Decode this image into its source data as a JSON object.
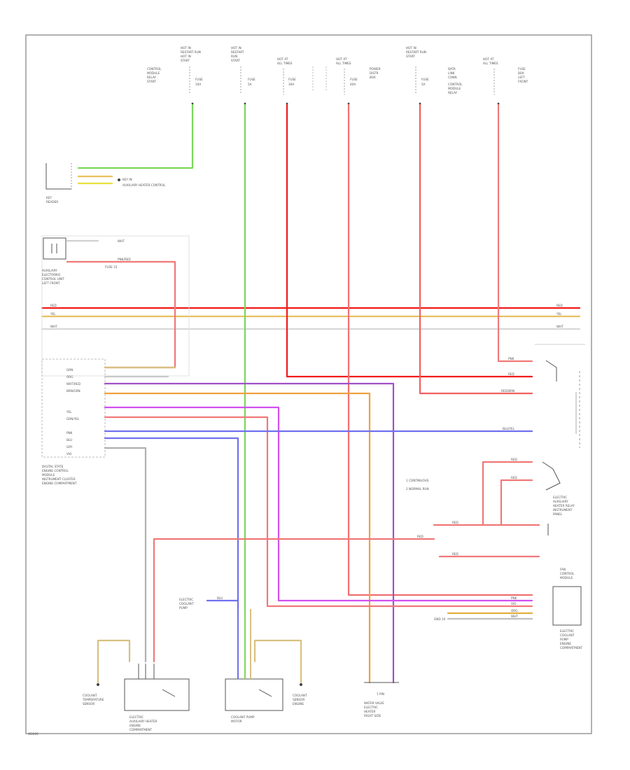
{
  "page_code": "W0000",
  "fuses": [
    {
      "id": "f1",
      "lines": [
        "HOT IN",
        "RESTART RUN",
        "HOT IN",
        "START"
      ],
      "color": "#7ede55"
    },
    {
      "id": "f2",
      "lines": [
        "HOT IN",
        "RESTART",
        "RUN",
        "START"
      ],
      "color": "#6ed665"
    },
    {
      "id": "f3",
      "lines": [
        "HOT AT",
        "ALL TIMES"
      ],
      "color": "#f02020"
    },
    {
      "id": "f4",
      "lines": [
        "HOT AT",
        "ALL TIMES"
      ],
      "color": "#f02020"
    },
    {
      "id": "f5",
      "lines": [
        "HOT IN",
        "RESTART RUN",
        "START"
      ],
      "color": "#f02020"
    },
    {
      "id": "f6",
      "lines": [
        "HOT AT",
        "ALL TIMES"
      ],
      "color": "#f07070"
    }
  ],
  "fuse_notes": [
    {
      "id": "n1",
      "lines": [
        "POWER",
        "DISTR",
        "BOX"
      ]
    },
    {
      "id": "n2",
      "lines": [
        "DATA",
        "LINK",
        "CONN"
      ]
    },
    {
      "id": "n3",
      "lines": [
        "FUSE",
        "BOX",
        "LEFT",
        "FRONT"
      ]
    }
  ],
  "components": {
    "key_reader": {
      "lines": [
        "KEY",
        "READER"
      ]
    },
    "aux_pump": {
      "lines": [
        "AUXILIARY",
        "ELECTRONIC",
        "CONTROL UNIT",
        "LEFT FRONT"
      ]
    },
    "main_ecm": {
      "lines": [
        "DIGITAL STATE",
        "ENGINE CONTROL",
        "MODULE",
        "INSTRUMENT CLUSTER",
        "ENGINE COMPARTMENT"
      ]
    },
    "relay1": {
      "lines": [
        "ELECTRIC",
        "AUXILIARY",
        "HEATER RELAY",
        "INSTRUMENT",
        "PANEL"
      ]
    },
    "relay2": {
      "lines": [
        "FAN",
        "CONTROL",
        "MODULE"
      ]
    },
    "connector_right": {
      "lines": [
        "ELECTRIC",
        "COOLANT",
        "PUMP",
        "ENGINE",
        "COMPARTMENT"
      ]
    },
    "sensor_left": {
      "lines": [
        "COOLANT",
        "TEMPERATURE",
        "SENSOR"
      ]
    },
    "motor_left": {
      "lines": [
        "ELECTRIC",
        "AUXILIARY HEATER",
        "ENGINE",
        "COMPARTMENT"
      ]
    },
    "motor_mid": {
      "lines": [
        "COOLANT PUMP",
        "MOTOR"
      ]
    },
    "sensor_mid": {
      "lines": [
        "COOLANT",
        "SENSOR",
        "ENGINE"
      ]
    },
    "valve_bottom": {
      "lines": [
        "WATER VALVE",
        "ELECTRIC",
        "HEATER",
        "RIGHT SIDE"
      ]
    },
    "ground_label": {
      "lines": [
        "ELECTRIC",
        "COOLANT",
        "PUMP"
      ]
    }
  },
  "legend": {
    "items": [
      "1  CONTINUOUS",
      "2  NORMAL RUN"
    ]
  },
  "bus_labels": {
    "top": "RED",
    "mid": "YEL",
    "bot": "WHT"
  },
  "pin_labels": [
    "GRN",
    "ORG",
    "WHT/RED",
    "BRN/GRN",
    "YEL",
    "GRN/YEL",
    "PNK",
    "BLU",
    "GRY",
    "VIO"
  ],
  "wire_colors": {
    "green": "#79d85a",
    "red": "#f21a1a",
    "pink_red": "#f07878",
    "orange": "#f0a040",
    "purple": "#a050c8",
    "violet": "#d050f0",
    "blue": "#7070f0",
    "tan": "#d8c080",
    "yellow": "#e8d040",
    "gray": "#b0b0b0"
  }
}
